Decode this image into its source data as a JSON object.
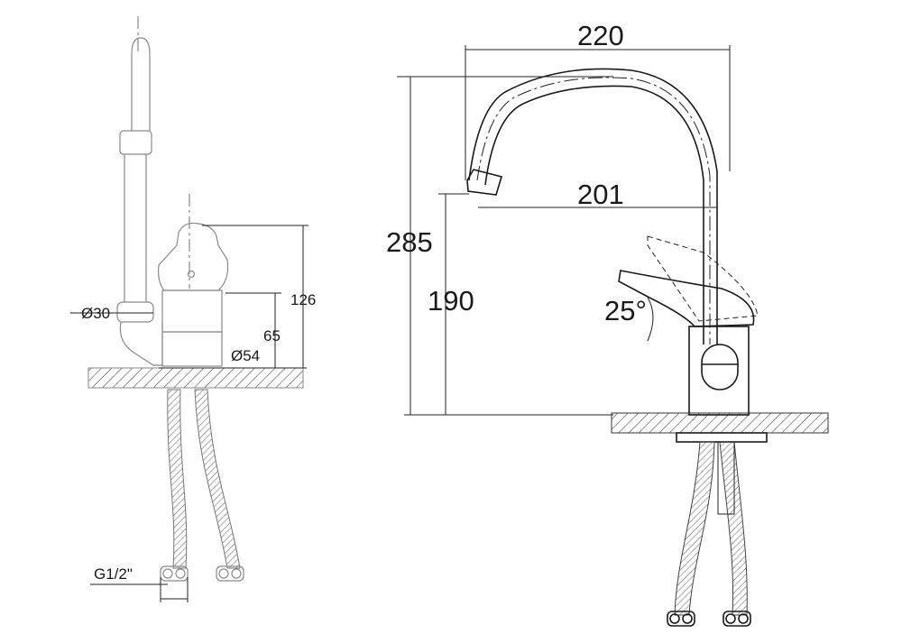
{
  "diagram": {
    "side_view": {
      "labels": {
        "diam_30": "Ø30",
        "height_126": "126",
        "height_65": "65",
        "diam_54": "Ø54",
        "thread": "G1/2\""
      }
    },
    "front_view": {
      "labels": {
        "width_220": "220",
        "width_201": "201",
        "height_285": "285",
        "height_190": "190",
        "angle_25": "25°"
      }
    },
    "colors": {
      "line": "#1a1a1a",
      "faint": "#8a8a8a",
      "background": "#ffffff"
    }
  }
}
